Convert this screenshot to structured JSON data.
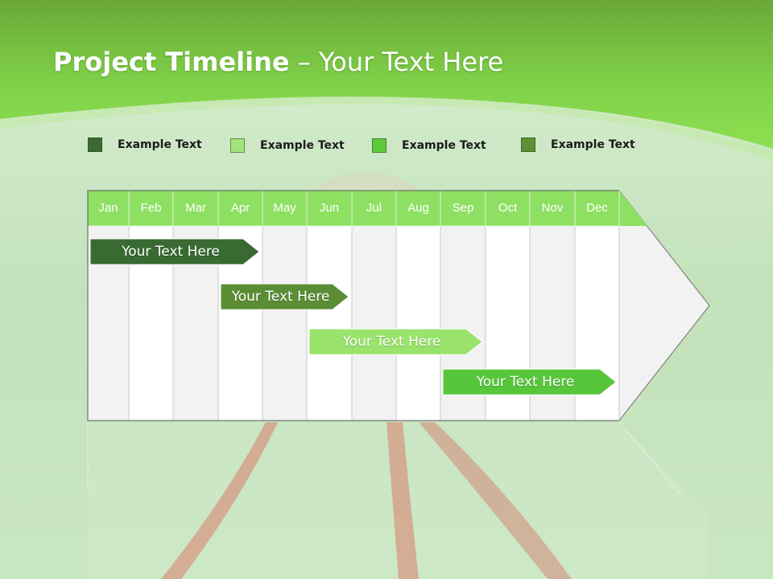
{
  "slide": {
    "title_bold": "Project Timeline",
    "title_rest": " – Your Text Here"
  },
  "legend": [
    {
      "label": "Example Text",
      "color": "#3a6b35"
    },
    {
      "label": "Example Text",
      "color": "#a3e47c"
    },
    {
      "label": "Example Text",
      "color": "#5ec93d"
    },
    {
      "label": "Example Text",
      "color": "#5f8f35"
    }
  ],
  "months": [
    "Jan",
    "Feb",
    "Mar",
    "Apr",
    "May",
    "Jun",
    "Jul",
    "Aug",
    "Sep",
    "Oct",
    "Nov",
    "Dec"
  ],
  "tasks": [
    {
      "label": "Your  Text Here",
      "color": "#386a31",
      "start": "Jan",
      "end": "Apr"
    },
    {
      "label": "Your  Text Here",
      "color": "#5b8e34",
      "start": "Apr",
      "end": "Jun"
    },
    {
      "label": "Your  Text Here",
      "color": "#99e36c",
      "start": "Jun",
      "end": "Sep"
    },
    {
      "label": "Your  Text Here",
      "color": "#58c63b",
      "start": "Sep",
      "end": "Dec"
    }
  ],
  "colors": {
    "header_green": "#8ee063",
    "banner_green": "#86d84a",
    "cell_light": "#f2f2f2",
    "cell_white": "#ffffff"
  }
}
